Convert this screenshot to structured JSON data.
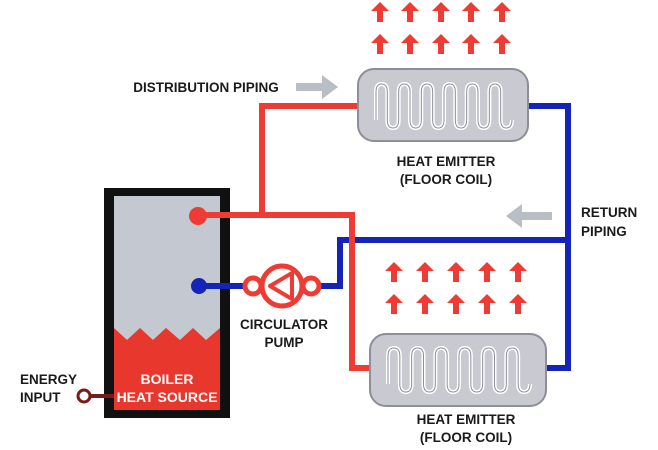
{
  "labels": {
    "distribution_piping": "DISTRIBUTION PIPING",
    "return_line1": "RETURN",
    "return_line2": "PIPING",
    "emitter_top_line1": "HEAT EMITTER",
    "emitter_top_line2": "(FLOOR COIL)",
    "emitter_bottom_line1": "HEAT EMITTER",
    "emitter_bottom_line2": "(FLOOR COIL)",
    "pump_line1": "CIRCULATOR",
    "pump_line2": "PUMP",
    "boiler_line1": "BOILER",
    "boiler_line2": "HEAT SOURCE",
    "energy_line1": "ENERGY",
    "energy_line2": "INPUT"
  },
  "colors": {
    "supply": "#ee3b33",
    "return": "#1423b8",
    "emitter": "#c9c9d1",
    "emitter_stroke": "#8e8e9a",
    "boiler_fill": "#c4c8d0",
    "boiler_border": "#111111",
    "flame": "#e8372c",
    "heat_arrow": "#ee3b33",
    "hint_arrow": "#b9bdc4",
    "energy_line": "#7a1a1a"
  },
  "icons": {
    "heat": "up-arrow-icon",
    "flow": "right-arrow-icon",
    "return_flow": "left-arrow-icon",
    "pump": "pump-icon",
    "flame": "flame-icon"
  }
}
